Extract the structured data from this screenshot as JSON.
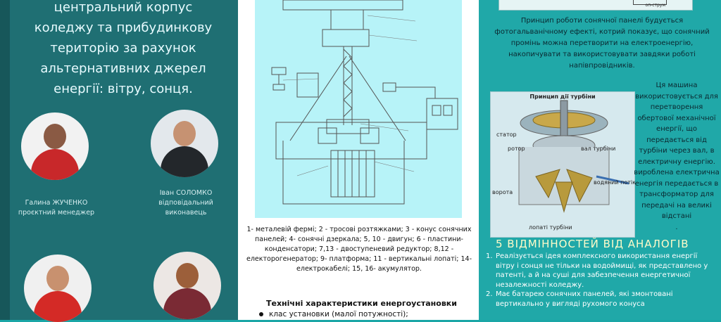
{
  "left": {
    "title": "центральний корпус коледжу та прибудинкову територію за рахунок альтернативних джерел енергії: вітру, сонця.",
    "people": [
      {
        "name": "Галина  ЖУЧЕНКО",
        "role": "проєктний менеджер"
      },
      {
        "name": "Іван СОЛОМКО",
        "role": "відповідальний виконавець"
      }
    ]
  },
  "middle": {
    "caption": "1- металевій фермі; 2 - тросові розтяжками; 3 - конус сонячних панелей; 4- сонячні дзеркала; 5, 10 - двигун; 6 - пластини- конденсатори; 7,13 - двоступеневий редуктор; 8,12 - електорогенератор;  9- платформа; 11 - вертикальні лопаті; 14- електрокабелі; 15, 16- акумулятор.",
    "tech_title": "Технічні характеристики енергоустановки",
    "tech_item": "клас установки (малої потужності);"
  },
  "right": {
    "diagram_caption": "оп-струм",
    "principle": "Принцип роботи сонячної панелі будується фотогальванічному ефекті, котрий показує, що сонячний промінь можна перетворити на електроенергію, накопичувати та використовувати завдяки роботі напівпровідників.",
    "turbine": {
      "title": "Принцип дії турбіни",
      "labels": {
        "stator": "статор",
        "rotor": "ротор",
        "shaft": "вал турбіни",
        "gate": "ворота",
        "water": "водяний потік",
        "blades": "лопаті турбіни"
      }
    },
    "turbine_text": "Ця машина використовується для перетворення обертової механічної енергії, що передається від турбіни через вал, в електричну енергію. вироблена електрична енергія передається в трансформатор для передачі на великі відстані",
    "turbine_dot": ".",
    "heading": "5  ВІДМІННОСТЕЙ ВІД АНАЛОГІВ",
    "differences": [
      {
        "num": "1.",
        "text": "Реалізується ідея комплексного використання енергії вітру і сонця не тільки на водоймищі, як представлено у патенті, а й на суші для забезпечення енергетичної незалежності коледжу."
      },
      {
        "num": "2.",
        "text": "Має батарею сонячних панелей, які змонтовані вертикально у вигляді рухомого конуса"
      }
    ]
  }
}
